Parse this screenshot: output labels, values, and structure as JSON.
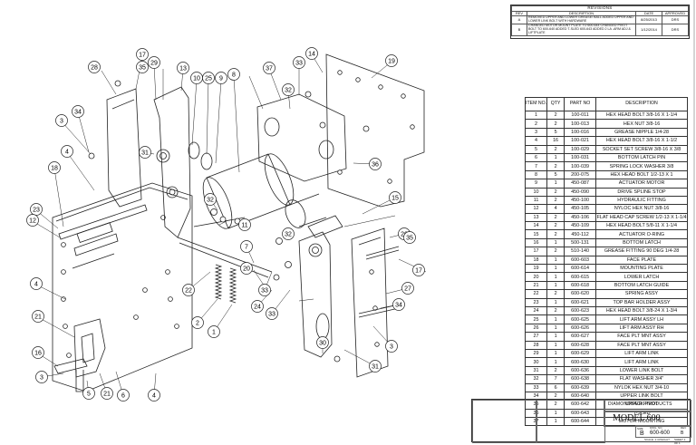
{
  "revisions": {
    "title": "REVISIONS",
    "headers": [
      "REV",
      "DESCRIPTION",
      "DATE",
      "APPROVED"
    ],
    "rows": [
      {
        "rev": "A",
        "desc": "REMOVED UPPER AND LOWER GREASE/ BALL ADDED UPPER AND LOWER LINK BOLT WITH HARDWARE",
        "date": "8/25/2013",
        "approved": "DRS"
      },
      {
        "rev": "B",
        "desc": "CHANGED MOTOR MOUNT PLATE TO 600-644 CHANGED PIVOT BOLT TO 600-640 ADDED T-SLED 600-643 ADDED 2 LA -ARM ADJ & LIFTPLATE",
        "date": "1/12/2014",
        "approved": "DRS"
      }
    ]
  },
  "bom": {
    "headers": [
      "ITEM NO.",
      "QTY",
      "PART NO",
      "DESCRIPTION"
    ],
    "rows": [
      [
        "1",
        "2",
        "100-011",
        "HEX HEAD BOLT 3/8-16 X 1-1/4"
      ],
      [
        "2",
        "2",
        "100-013",
        "HEX NUT 3/8-16"
      ],
      [
        "3",
        "5",
        "100-016",
        "GREASE NIPPLE 1/4-28"
      ],
      [
        "4",
        "16",
        "100-021",
        "HEX HEAD BOLT 3/8-16 X 1-1/2"
      ],
      [
        "5",
        "2",
        "100-029",
        "SOCKET SET SCREW 3/8-16 X 3/8"
      ],
      [
        "6",
        "1",
        "100-031",
        "BOTTOM LATCH PIN"
      ],
      [
        "7",
        "2",
        "100-039",
        "SPRING LOCK WASHER 3/8"
      ],
      [
        "8",
        "5",
        "200-075",
        "HEX HEAD BOLT 1/2-13 X 1"
      ],
      [
        "9",
        "1",
        "450-087",
        "ACTUATOR MOTOR"
      ],
      [
        "10",
        "2",
        "450-090",
        "DRIVE SPLINE STOP"
      ],
      [
        "11",
        "2",
        "450-100",
        "HYDRAULIC FITTING"
      ],
      [
        "12",
        "4",
        "450-105",
        "NYLOC HEX NUT 3/8-16"
      ],
      [
        "13",
        "2",
        "450-106",
        "FLAT HEAD CAP SCREW 1/2-13 X 1-1/4"
      ],
      [
        "14",
        "2",
        "450-109",
        "HEX HEAD BOLT 5/8-11 X 1-1/4"
      ],
      [
        "15",
        "2",
        "450-112",
        "ACTUATOR O-RING"
      ],
      [
        "16",
        "1",
        "500-131",
        "BOTTOM LATCH"
      ],
      [
        "17",
        "2",
        "510-140",
        "GREASE FITTING 90 DEG 1/4-28"
      ],
      [
        "18",
        "1",
        "600-603",
        "FACE PLATE"
      ],
      [
        "19",
        "1",
        "600-614",
        "MOUNTING PLATE"
      ],
      [
        "20",
        "1",
        "600-615",
        "LOWER LATCH"
      ],
      [
        "21",
        "1",
        "600-618",
        "BOTTOM LATCH GUIDE"
      ],
      [
        "22",
        "2",
        "600-620",
        "SPRING ASSY"
      ],
      [
        "23",
        "1",
        "600-621",
        "TOP BAR HOLDER ASSY"
      ],
      [
        "24",
        "2",
        "600-623",
        "HEX HEAD BOLT 3/8-24 X 1-3/4"
      ],
      [
        "25",
        "1",
        "600-625",
        "LIFT ARM ASSY LH"
      ],
      [
        "26",
        "1",
        "600-626",
        "LIFT ARM ASSY RH"
      ],
      [
        "27",
        "1",
        "600-627",
        "FACE PLT MNT ASSY"
      ],
      [
        "28",
        "1",
        "600-628",
        "FACE PLT MNT ASSY"
      ],
      [
        "29",
        "1",
        "600-629",
        "LIFT ARM LINK"
      ],
      [
        "30",
        "1",
        "600-630",
        "LIFT ARM LINK"
      ],
      [
        "31",
        "2",
        "600-636",
        "LOWER LINK BOLT"
      ],
      [
        "32",
        "7",
        "600-638",
        "FLAT WASHER 3/4\""
      ],
      [
        "33",
        "6",
        "600-639",
        "NYLOK HEX NUT 3/4-10"
      ],
      [
        "34",
        "2",
        "600-640",
        "UPPER LINK BOLT"
      ],
      [
        "35",
        "2",
        "600-642",
        "UPPER PIVOT"
      ],
      [
        "36",
        "1",
        "600-643",
        "T-SLED"
      ],
      [
        "37",
        "1",
        "600-644",
        "MOTOR MOUNTING"
      ]
    ]
  },
  "title_block": {
    "company": "DIAMONDBACK PRODUCTS",
    "title": "MODEL 600",
    "size_label": "SIZE",
    "size": "B",
    "dwg_label": "DWG. NO.",
    "dwg_no": "600-600",
    "rev_label": "REV",
    "rev": "B",
    "scale": "SCALE: 1:4",
    "weight": "WEIGHT:",
    "sheet": "SHEET 1 OF 1"
  },
  "balloons": [
    {
      "label": "28"
    },
    {
      "label": "17"
    },
    {
      "label": "35"
    },
    {
      "label": "29"
    },
    {
      "label": "13"
    },
    {
      "label": "10"
    },
    {
      "label": "25"
    },
    {
      "label": "9"
    },
    {
      "label": "8"
    },
    {
      "label": "37"
    },
    {
      "label": "33"
    },
    {
      "label": "32"
    },
    {
      "label": "14"
    },
    {
      "label": "19"
    },
    {
      "label": "34"
    },
    {
      "label": "3"
    },
    {
      "label": "31"
    },
    {
      "label": "4"
    },
    {
      "label": "18"
    },
    {
      "label": "23"
    },
    {
      "label": "12"
    },
    {
      "label": "4"
    },
    {
      "label": "21"
    },
    {
      "label": "16"
    },
    {
      "label": "3"
    },
    {
      "label": "5"
    },
    {
      "label": "21"
    },
    {
      "label": "6"
    },
    {
      "label": "4"
    },
    {
      "label": "22"
    },
    {
      "label": "2"
    },
    {
      "label": "1"
    },
    {
      "label": "7"
    },
    {
      "label": "24"
    },
    {
      "label": "20"
    },
    {
      "label": "33"
    },
    {
      "label": "32"
    },
    {
      "label": "11"
    },
    {
      "label": "33"
    },
    {
      "label": "32"
    },
    {
      "label": "30"
    },
    {
      "label": "26"
    },
    {
      "label": "15"
    },
    {
      "label": "36"
    },
    {
      "label": "35"
    },
    {
      "label": "17"
    },
    {
      "label": "27"
    },
    {
      "label": "34"
    },
    {
      "label": "3"
    },
    {
      "label": "31"
    }
  ]
}
